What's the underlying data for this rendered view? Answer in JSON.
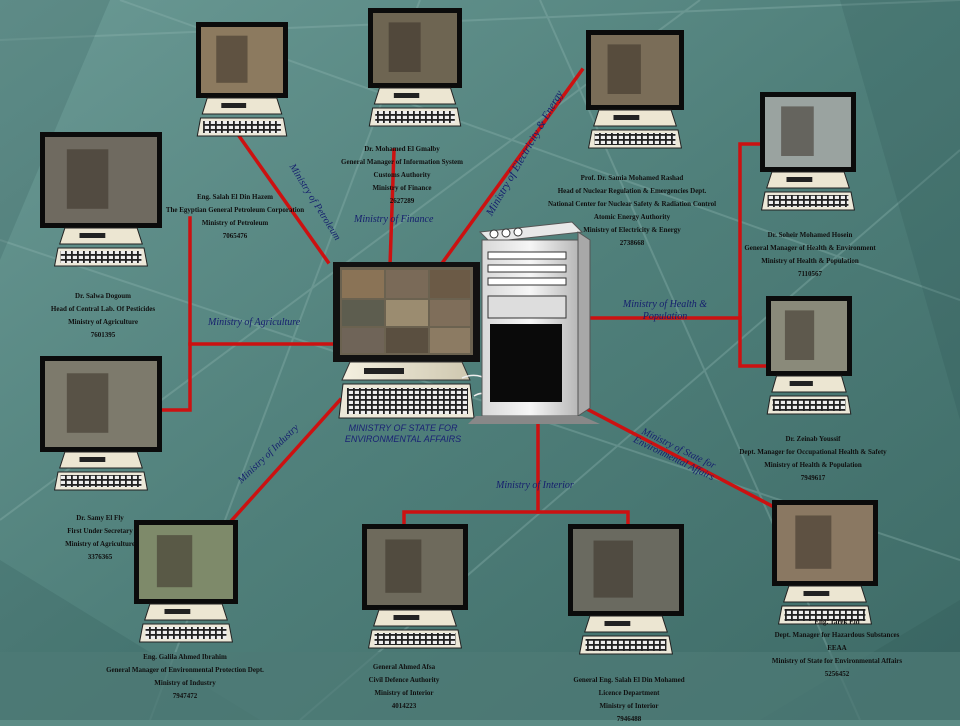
{
  "center": {
    "line1": "MINISTRY OF STATE FOR",
    "line2": "ENVIRONMENTAL AFFAIRS"
  },
  "connections": [
    "Ministry of Petroleum",
    "Ministry of Finance",
    "Ministry of Electricity & Energy",
    "Ministry of Agriculture",
    "Ministry of Health & Population",
    "Ministry of Industry",
    "Ministry of State for Environmental Affairs",
    "Ministry of Interior"
  ],
  "people": [
    {
      "name": "Eng. Salah El Din Hazem",
      "title": "The Egyptian General Petroleum Corporation",
      "org": "Ministry of Petroleum",
      "phone": "7065476"
    },
    {
      "name": "Dr. Mohamed El Gmalby",
      "title": "General Manager of Information System",
      "org": "Customs Authority",
      "org2": "Ministry of Finance",
      "phone": "2627289"
    },
    {
      "name": "Prof. Dr. Samia Mohamed Rashad",
      "title": "Head of Nuclear Regulation & Emergencies Dept.",
      "org": "National Center for Nuclear Safety & Radiation Control",
      "org2": "Atomic Energy Authority",
      "org3": "Ministry of Electricity & Energy",
      "phone": "2738668"
    },
    {
      "name": "Dr. Soheir Mohamed Hosein",
      "title": "General Manager of Health & Environment",
      "org": "Ministry of Health & Population",
      "phone": "7110567"
    },
    {
      "name": "Dr. Salwa Dogoum",
      "title": "Head of Central Lab. Of Pesticides",
      "org": "Ministry of Agriculture",
      "phone": "7601395"
    },
    {
      "name": "Dr. Zeinab Youssif",
      "title": "Dept. Manager for Occupational Health & Safety",
      "org": "Ministry of Health & Population",
      "phone": "7949617"
    },
    {
      "name": "Dr. Samy El Fly",
      "title": "First Under Secretary",
      "org": "Ministry of Agriculture",
      "phone": "3376365"
    },
    {
      "name": "Eng. Galila Ahmed Ibrahim",
      "title": "General Manager of Environmental Protection Dept.",
      "org": "Ministry of Industry",
      "phone": "7947472"
    },
    {
      "name": "General  Ahmed Afsa",
      "title": "Civil Defence Authority",
      "org": "Ministry of Interior",
      "phone": "4014223"
    },
    {
      "name": "General Eng. Salah El Din Mohamed",
      "title": "Licence Department",
      "org": "Ministry of Interior",
      "phone": "7946488"
    },
    {
      "name": "Eng. Tarek Eid",
      "title": "Dept. Manager for Hazardous Substances",
      "org": "EEAA",
      "org2": "Ministry of State for Environmental Affairs",
      "phone": "5256452"
    }
  ],
  "colors": {
    "background": "#5c8c86",
    "line": "#cc1111",
    "label": "#16206e"
  },
  "icons": [
    "computer-terminal-icon",
    "server-tower-icon"
  ]
}
